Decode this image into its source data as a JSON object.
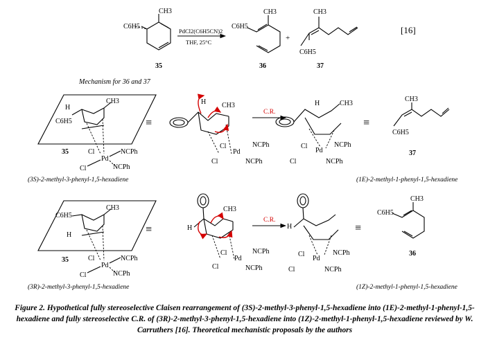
{
  "top_equation": {
    "reactant_substituent": "C6H5",
    "reactant_methyl": "CH3",
    "reagent": "PdCl2(C6H5CN)2",
    "conditions": "THF, 25°C",
    "product_a_phenyl": "C6H5",
    "product_a_methyl": "CH3",
    "plus": "+",
    "product_b_methyl": "CH3",
    "product_b_phenyl": "C6H5",
    "eq_number": "[16]",
    "label_reactant": "35",
    "label_product_a": "36",
    "label_product_b": "37"
  },
  "mechanism_heading": "Mechanism for 36 and 37",
  "row1": {
    "h_label": "H",
    "methyl": "CH3",
    "phenyl": "C6H5",
    "compound": "35",
    "cl1": "Cl",
    "cl2": "Cl",
    "pd": "Pd",
    "ncph1": "NCPh",
    "ncph2": "NCPh",
    "equiv1": "≡",
    "ts_h": "H",
    "ts_methyl": "CH3",
    "ts_cl1": "Cl",
    "ts_cl2": "Cl",
    "ts_pd": "Pd",
    "ts_ncph1": "NCPh",
    "ts_ncph2": "NCPh",
    "arrow_label": "C.R.",
    "prod_h": "H",
    "prod_methyl": "CH3",
    "prod_cl1": "Cl",
    "prod_cl2": "Cl",
    "prod_pd": "Pd",
    "prod_ncph1": "NCPh",
    "prod_ncph2": "NCPh",
    "equiv2": "≡",
    "final_methyl": "CH3",
    "final_phenyl": "C6H5",
    "final_compound": "37",
    "name_left": "(3S)-2-methyl-3-phenyl-1,5-hexadiene",
    "name_right": "(1E)-2-methyl-1-phenyl-1,5-hexadiene"
  },
  "row2": {
    "phenyl": "C6H5",
    "methyl": "CH3",
    "h_label": "H",
    "compound": "35",
    "cl1": "Cl",
    "cl2": "Cl",
    "pd": "Pd",
    "ncph1": "NCPh",
    "ncph2": "NCPh",
    "equiv1": "≡",
    "ts_h": "H",
    "ts_methyl": "CH3",
    "ts_cl1": "Cl",
    "ts_cl2": "Cl",
    "ts_pd": "Pd",
    "ts_ncph1": "NCPh",
    "ts_ncph2": "NCPh",
    "arrow_label": "C.R.",
    "prod_h": "H",
    "prod_cl1": "Cl",
    "prod_cl2": "Cl",
    "prod_pd": "Pd",
    "prod_ncph1": "NCPh",
    "prod_ncph2": "NCPh",
    "equiv2": "≡",
    "final_phenyl": "C6H5",
    "final_methyl": "CH3",
    "final_compound": "36",
    "name_left": "(3R)-2-methyl-3-phenyl-1,5-hexadiene",
    "name_right": "(1Z)-2-methyl-1-phenyl-1,5-hexadiene"
  },
  "caption": {
    "figure_label": "Figure 2.",
    "text": "Hypothetical fully stereoselective Claisen rearrangement of (3S)-2-methyl-3-phenyl-1,5-hexadiene into (1E)-2-methyl-1-phenyl-1,5-hexadiene and fully stereoselective C.R. of (3R)-2-methyl-3-phenyl-1,5-hexadiene into (1Z)-2-methyl-1-phenyl-1,5-hexadiene reviewed by W. Carruthers [16]. Theoretical mechanistic proposals by the authors"
  }
}
